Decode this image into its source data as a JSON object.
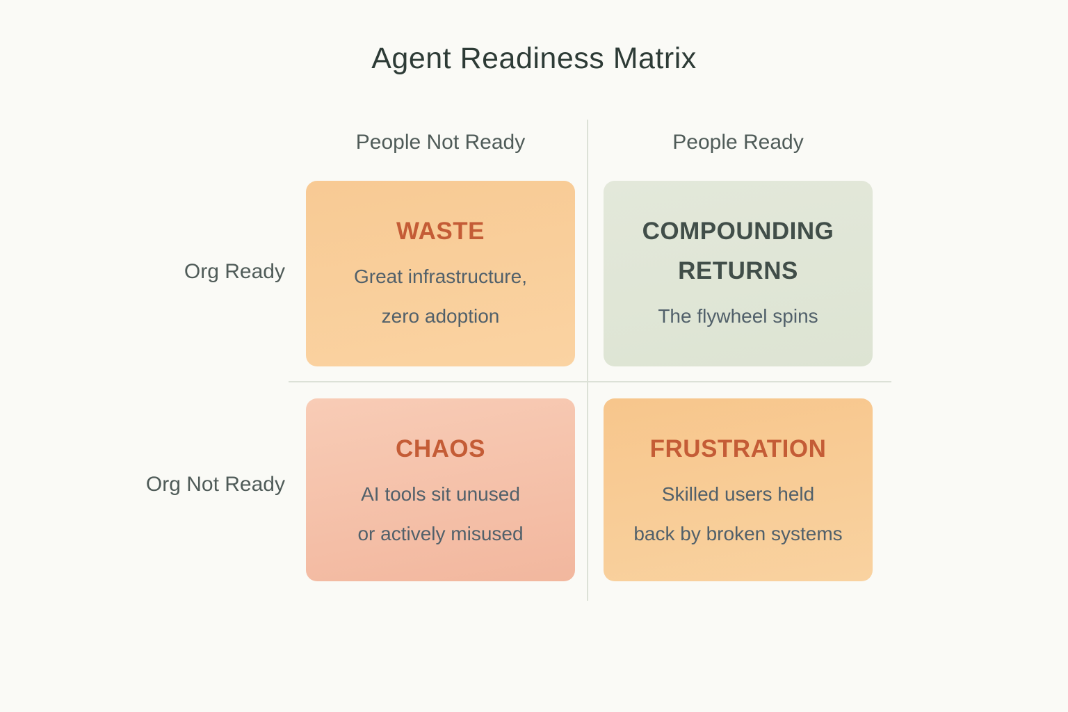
{
  "title": "Agent Readiness Matrix",
  "columns": [
    {
      "label": "People Not Ready"
    },
    {
      "label": "People Ready"
    }
  ],
  "rows": [
    {
      "label": "Org Ready"
    },
    {
      "label": "Org Not Ready"
    }
  ],
  "quadrants": [
    {
      "id": "waste",
      "row": "Org Ready",
      "column": "People Not Ready",
      "heading": "WASTE",
      "lines": [
        "Great infrastructure,",
        "zero adoption"
      ]
    },
    {
      "id": "compounding-returns",
      "row": "Org Ready",
      "column": "People Ready",
      "heading": "COMPOUNDING RETURNS",
      "lines": [
        "The flywheel spins"
      ]
    },
    {
      "id": "chaos",
      "row": "Org Not Ready",
      "column": "People Not Ready",
      "heading": "CHAOS",
      "lines": [
        "AI tools sit unused",
        "or actively misused"
      ]
    },
    {
      "id": "frustration",
      "row": "Org Not Ready",
      "column": "People Ready",
      "heading": "FRUSTRATION",
      "lines": [
        "Skilled users held",
        "back by broken systems"
      ]
    }
  ],
  "colors": {
    "bg": "#fafaf6",
    "title_color": "#2d3b36",
    "label_gray": "#4f5b58",
    "accent_orange": "#c45c36",
    "heading_dark": "#414e49",
    "body_text": "#51606a",
    "divider": "#dce1d7",
    "card_waste_1": "#f8ca94",
    "card_waste_2": "#fad3a2",
    "card_compounding_1": "#e3e8da",
    "card_compounding_2": "#dde4d3",
    "card_chaos_1": "#f8ccb6",
    "card_chaos_2": "#f2b79e",
    "card_frustration_1": "#f7c68c",
    "card_frustration_2": "#f9d2a0"
  }
}
